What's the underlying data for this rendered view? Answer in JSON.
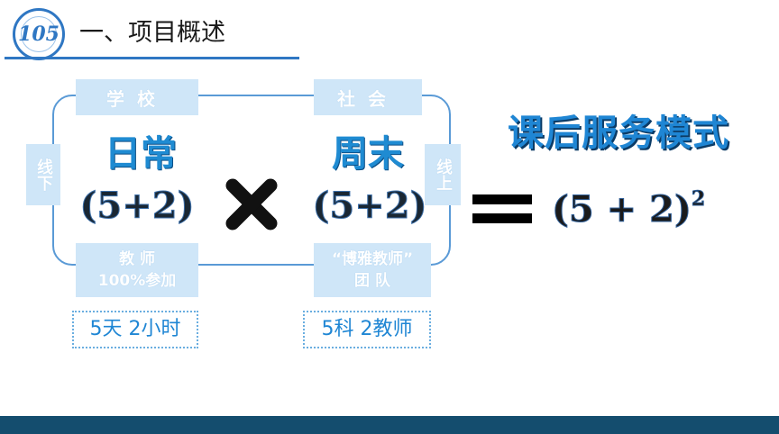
{
  "header": {
    "title": "一、项目概述",
    "logo_text": "105"
  },
  "tags": {
    "school": "学校",
    "society": "社会",
    "offline": "线下",
    "online": "线上",
    "teachers_line1": "教 师",
    "teachers_line2": "100%参加",
    "team_line1": "“博雅教师”",
    "team_line2": "团 队"
  },
  "left_block": {
    "label": "日常",
    "formula": "(5+2)"
  },
  "right_block": {
    "label": "周末",
    "formula": "(5+2)"
  },
  "result": {
    "title": "课后服务模式",
    "formula_base": "(5 + 2)",
    "formula_exp": "2"
  },
  "notes": {
    "left": "5天 2小时",
    "right": "5科 2教师"
  },
  "colors": {
    "accent": "#1f86d4",
    "tag_bg": "#cfe6f8",
    "footer": "#144d6e"
  },
  "icons": {
    "operator": "multiply-icon",
    "equals": "equals-icon"
  }
}
